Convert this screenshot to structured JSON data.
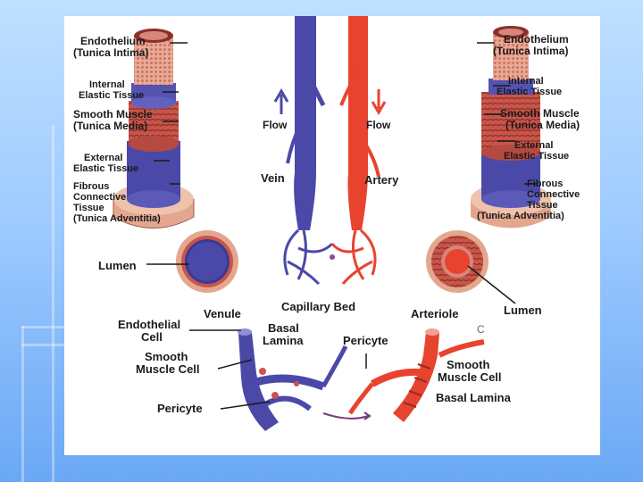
{
  "labels": {
    "left": {
      "endothelium": "Endothelium",
      "tunica_intima": "(Tunica Intima)",
      "internal_1": "Internal",
      "internal_2": "Elastic Tissue",
      "smooth_1": "Smooth Muscle",
      "smooth_2": "(Tunica Media)",
      "external_1": "External",
      "external_2": "Elastic Tissue",
      "fibrous_1": "Fibrous",
      "fibrous_2": "Connective",
      "fibrous_3": "Tissue",
      "fibrous_4": "(Tunica Adventitia)",
      "lumen": "Lumen"
    },
    "right": {
      "endothelium": "Endothelium",
      "tunica_intima": "(Tunica Intima)",
      "internal_1": "Internal",
      "internal_2": "Elastic Tissue",
      "smooth_1": "Smooth Muscle",
      "smooth_2": "(Tunica Media)",
      "external_1": "External",
      "external_2": "Elastic Tissue",
      "fibrous_1": "Fibrous",
      "fibrous_2": "Connective",
      "fibrous_3": "Tissue",
      "fibrous_4": "(Tunica Adventitia)",
      "lumen": "Lumen"
    },
    "center": {
      "flow_left": "Flow",
      "flow_right": "Flow",
      "vein": "Vein",
      "artery": "Artery",
      "capillary_bed": "Capillary Bed"
    },
    "bottom": {
      "venule": "Venule",
      "endothelial_1": "Endothelial",
      "endothelial_2": "Cell",
      "basal_1": "Basal",
      "basal_2": "Lamina",
      "pericyte_mid": "Pericyte",
      "arteriole": "Arteriole",
      "c": "C",
      "smooth_muscle_cell_left_1": "Smooth",
      "smooth_muscle_cell_left_2": "Muscle Cell",
      "pericyte_left": "Pericyte",
      "smooth_muscle_cell_right_1": "Smooth",
      "smooth_muscle_cell_right_2": "Muscle Cell",
      "basal_lamina_right": "Basal Lamina"
    }
  },
  "colors": {
    "vein": "#4a49a8",
    "artery": "#e8432e",
    "muscle": "#c8554a",
    "adventitia": "#e3a78f",
    "endothelium": "#f0c0b0",
    "background_top": "#bfe0ff",
    "background_bottom": "#6aa8f5"
  }
}
